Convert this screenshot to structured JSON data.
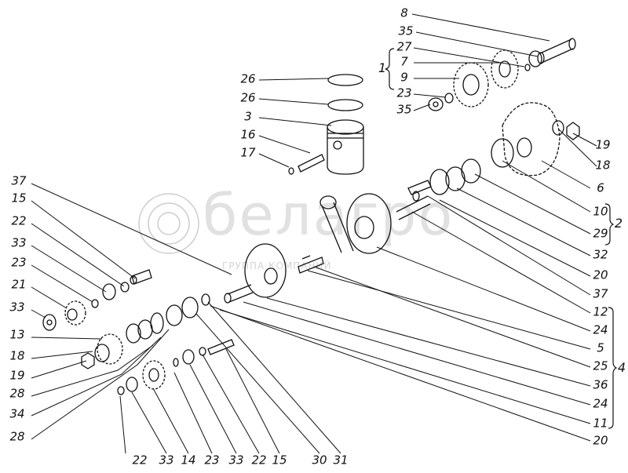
{
  "watermark": {
    "brand": "белагро",
    "subtitle": "ГРУППА КОМПАНИЙ"
  },
  "labels": {
    "left": [
      "37",
      "15",
      "22",
      "33",
      "23",
      "21",
      "33",
      "13",
      "18",
      "19",
      "28",
      "34",
      "28"
    ],
    "bottom": [
      "22",
      "33",
      "14",
      "23",
      "33",
      "22",
      "15",
      "30",
      "31"
    ],
    "right": [
      "6",
      "10",
      "29",
      "32",
      "20",
      "37",
      "12",
      "24",
      "5",
      "25",
      "36",
      "24",
      "11",
      "20"
    ],
    "top_right": [
      "8",
      "35",
      "27",
      "7",
      "9",
      "23",
      "35",
      "19",
      "18"
    ],
    "piston": [
      "26",
      "26",
      "3",
      "16",
      "17"
    ]
  },
  "groups": {
    "group_1": "1",
    "group_2": "2",
    "group_4": "4"
  }
}
